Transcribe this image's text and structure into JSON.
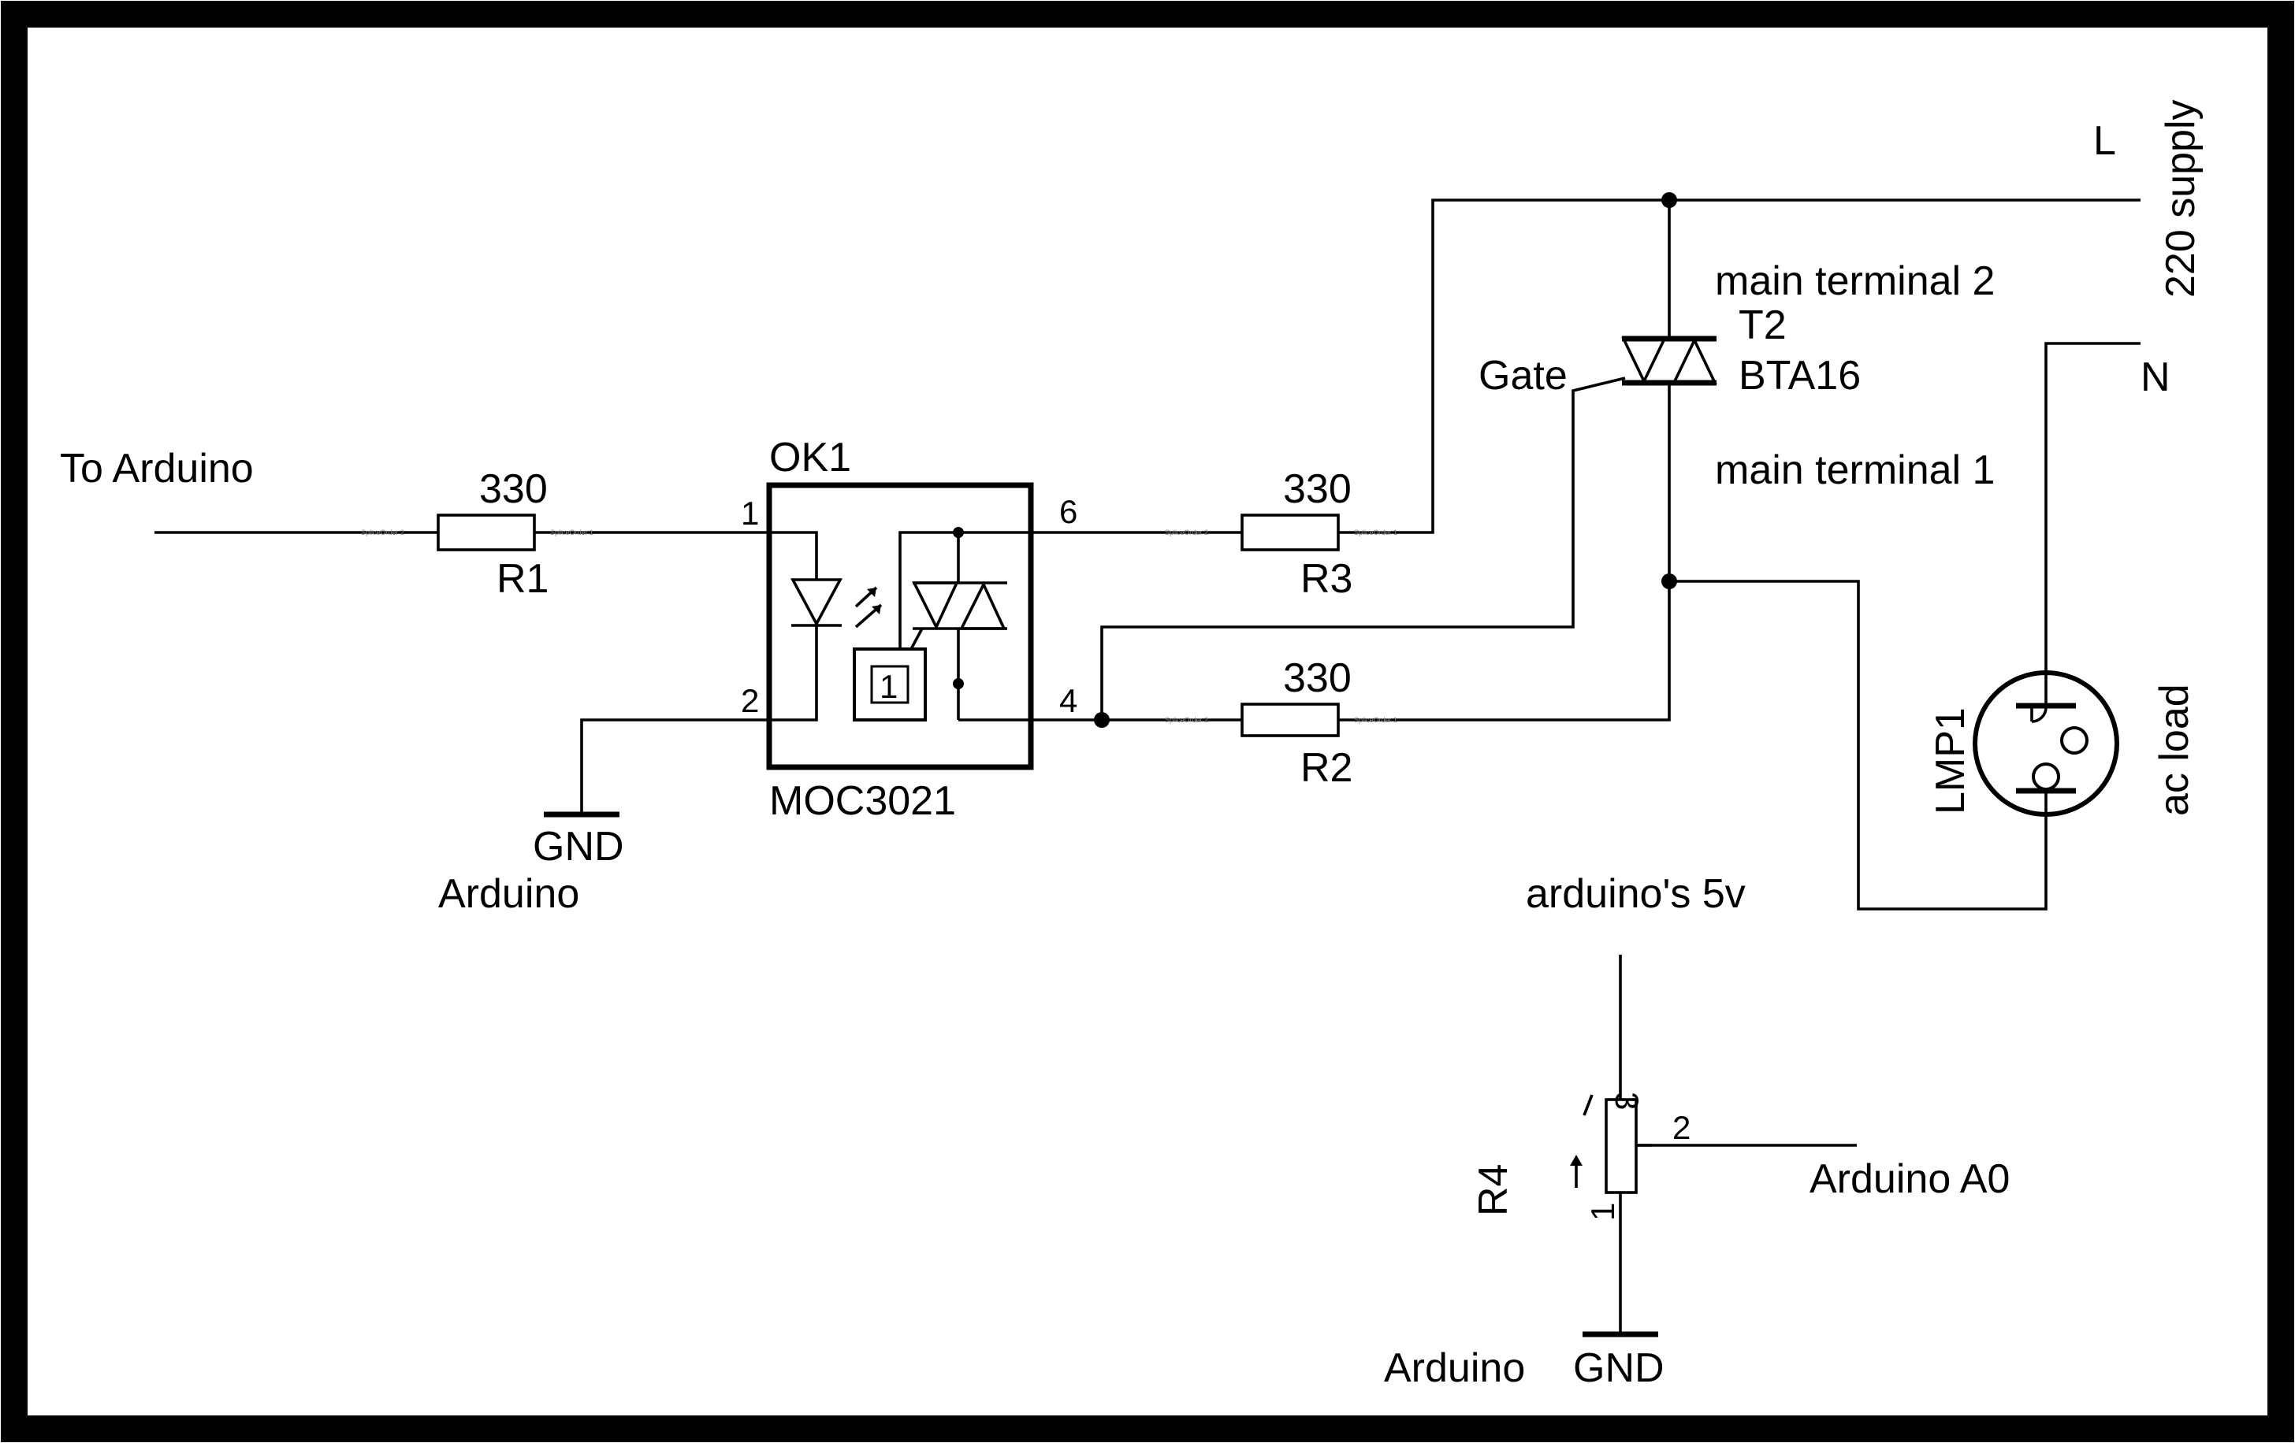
{
  "labels": {
    "to_arduino": "To Arduino",
    "r1_value": "330",
    "r1_name": "R1",
    "ok1_name": "OK1",
    "ok1_part": "MOC3021",
    "pin1": "1",
    "pin2": "2",
    "pin4": "4",
    "pin6": "6",
    "zc_symbol": "1",
    "gnd_left": "GND",
    "arduino_left": "Arduino",
    "r3_value": "330",
    "r3_name": "R3",
    "r2_value": "330",
    "r2_name": "R2",
    "gate": "Gate",
    "mt2": "main terminal 2",
    "t2_name": "T2",
    "t2_part": "BTA16",
    "mt1": "main terminal 1",
    "L": "L",
    "N": "N",
    "supply": "220 supply",
    "lmp1": "LMP1",
    "ac_load": "ac load",
    "arduino_5v": "arduino's 5v",
    "r4_name": "R4",
    "r4_pin1": "1",
    "r4_pin2": "2",
    "r4_pin3": "3",
    "arduino_a0": "Arduino A0",
    "arduino_bottom": "Arduino",
    "gnd_bottom": "GND",
    "split_label_2": "SpliceOrder 2",
    "split_label_1": "SpliceOrder 1"
  }
}
